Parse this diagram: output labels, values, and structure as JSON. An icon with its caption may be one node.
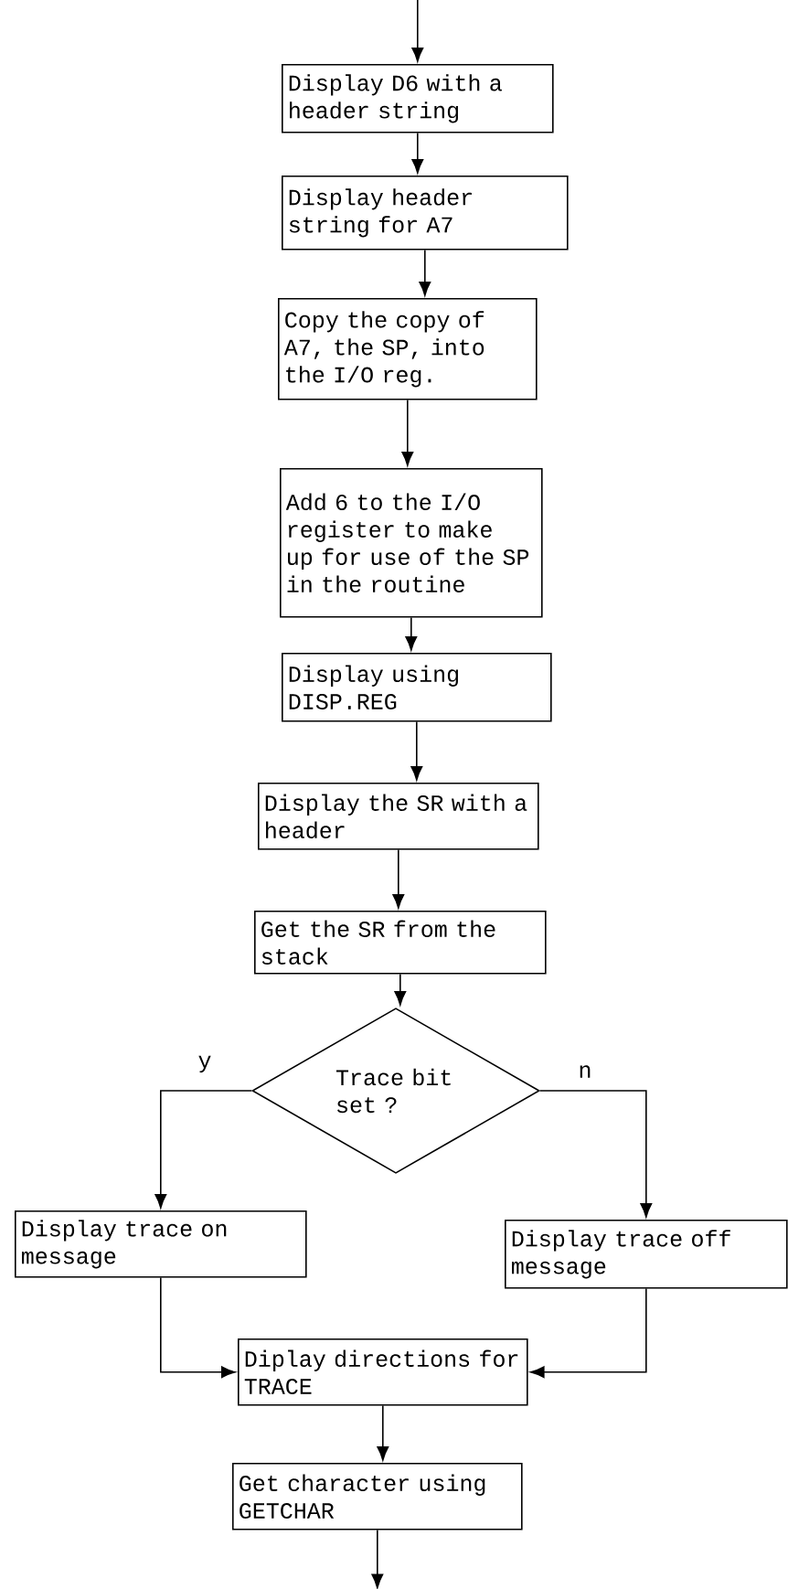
{
  "diagram": {
    "nodes": [
      {
        "text": [
          "Display D6 with a header string"
        ]
      },
      {
        "text": [
          "Display header string for A7"
        ]
      },
      {
        "text": [
          "Copy the copy of A7, the SP, into the I/O reg."
        ]
      },
      {
        "text": [
          "Add 6 to the I/O register to make up for use of the SP in the routine"
        ]
      },
      {
        "text": [
          "Display using DISP.REG"
        ]
      },
      {
        "text": [
          "Display the SR with a header"
        ]
      },
      {
        "text": [
          "Get the SR from the stack"
        ]
      },
      {
        "text": [
          "Trace bit set ?"
        ]
      },
      {
        "text": [
          "Display trace on message"
        ]
      },
      {
        "text": [
          "Display trace off message"
        ]
      },
      {
        "text": [
          "Diplay directions for TRACE"
        ]
      },
      {
        "text": [
          "Get character using GETCHAR"
        ]
      }
    ],
    "edges": [
      {
        "from": null,
        "to": 0,
        "arrow": "to"
      },
      {
        "from": 0,
        "to": 1,
        "arrow": "to"
      },
      {
        "from": 1,
        "to": 2,
        "arrow": "to"
      },
      {
        "from": 2,
        "to": 3,
        "arrow": "to"
      },
      {
        "from": 3,
        "to": 4,
        "arrow": "to"
      },
      {
        "from": 4,
        "to": 5,
        "arrow": "to"
      },
      {
        "from": 5,
        "to": 6,
        "arrow": "to"
      },
      {
        "from": 6,
        "to": 7,
        "arrow": "to"
      },
      {
        "from": 7,
        "to": 8,
        "arrow": "to",
        "label": "y"
      },
      {
        "from": 7,
        "to": 9,
        "arrow": "to",
        "label": "n"
      },
      {
        "from": 8,
        "to": 10,
        "arrow": "to"
      },
      {
        "from": 9,
        "to": 10,
        "arrow": "to"
      },
      {
        "from": 10,
        "to": 11,
        "arrow": "to"
      },
      {
        "from": 11,
        "to": null,
        "arrow": "to"
      }
    ]
  }
}
